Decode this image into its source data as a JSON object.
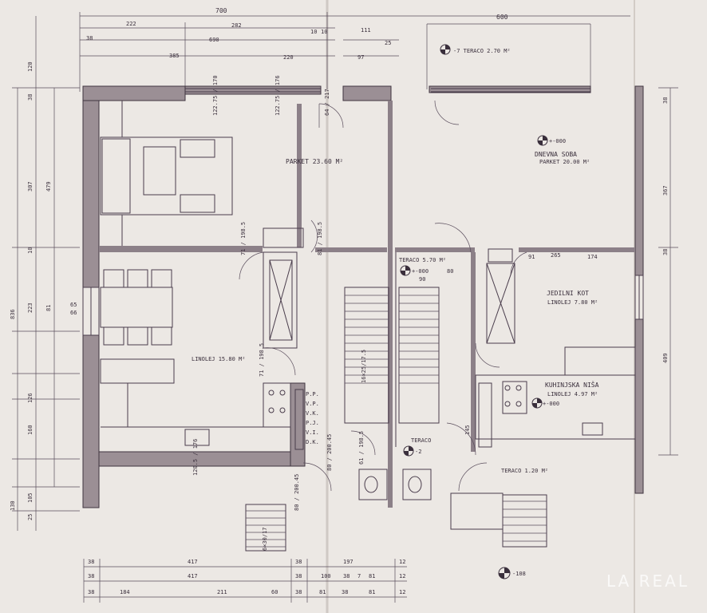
{
  "rooms": {
    "parket_top": "PARKET 23.60 M²",
    "dnevna_soba": "DNEVNA SOBA",
    "dnevna_soba_floor": "PARKET 20.00 M²",
    "dnevna_soba_level": "+-000",
    "teraco_top": "-7  TERACO 2.70 M²",
    "teraco_mid": "TERACO 5.70 M²",
    "teraco_mid_level": "+-000",
    "jedilni_kot": "JEDILNI KOT",
    "jedilni_kot_floor": "LINOLEJ 7.80 M²",
    "linolej_left": "LINOLEJ 15.80 M²",
    "kuhinjska_nisa": "KUHINJSKA NIŠA",
    "kuhinjska_nisa_floor": "LINOLEJ 4.97 M²",
    "kuhinjska_level": "+-000",
    "teraco_small": "TERACO",
    "teraco_small_level": "-2",
    "teraco_bottom": "TERACO 1.20 M²",
    "level_bottom": "-108",
    "stairs_1": "16×25/17.5",
    "stairs_2": "6×30/17"
  },
  "dims_top": [
    "700",
    "600",
    "222",
    "282",
    "111",
    "38",
    "690",
    "385",
    "220",
    "97",
    "25",
    "10",
    "10"
  ],
  "dims_left": [
    "836",
    "479",
    "307",
    "223",
    "81",
    "126",
    "160",
    "130",
    "105",
    "25",
    "120",
    "38",
    "10",
    "65",
    "66"
  ],
  "dims_right": [
    "367",
    "409",
    "38",
    "38"
  ],
  "dims_bottom_row1": [
    "38",
    "417",
    "38",
    "197",
    "12"
  ],
  "dims_bottom_row2": [
    "38",
    "417",
    "38",
    "100",
    "38",
    "7",
    "81",
    "12"
  ],
  "dims_bottom_row3": [
    "38",
    "184",
    "211",
    "60",
    "38",
    "81",
    "38",
    "81",
    "12"
  ],
  "openings": [
    "122.75 / 170",
    "122.75 / 176",
    "64 / 217",
    "71 / 198.5",
    "81 / 198.5",
    "71 / 198.5",
    "61 / 198.5",
    "80 / 200.45",
    "80 / 200.45",
    "120.5 / 176",
    "265",
    "91",
    "174",
    "90",
    "80",
    "145"
  ],
  "appliance_labels": [
    "P.P.",
    "V.P.",
    "V.K.",
    "P.J.",
    "V.I.",
    "D.K."
  ],
  "watermark": "LA REAL"
}
